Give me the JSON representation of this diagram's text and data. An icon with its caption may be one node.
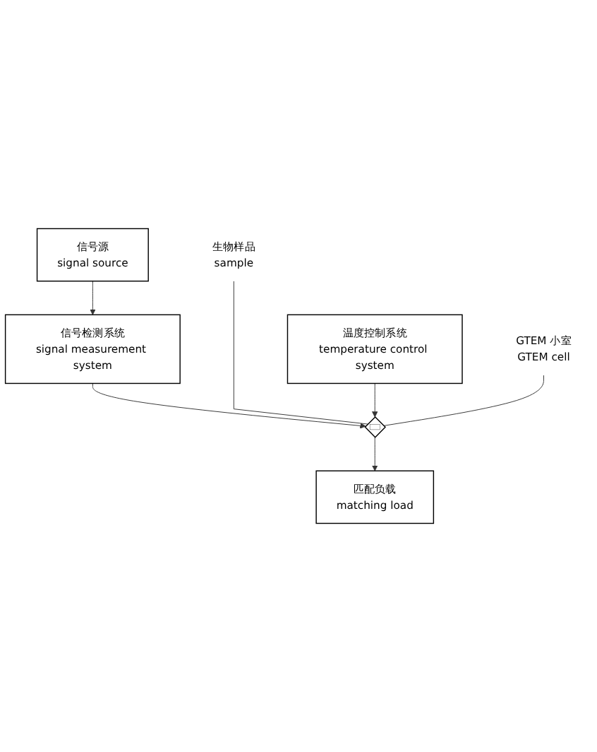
{
  "diagram": {
    "nodes": [
      {
        "text": [
          "信号源",
          "signal source"
        ]
      },
      {
        "text": [
          "信号检测系统",
          "signal measurement system"
        ]
      },
      {
        "text": [
          "生物样品",
          "sample"
        ]
      },
      {
        "text": [],
        "shape": "diamond"
      },
      {
        "text": [],
        "shape": "box",
        "in": 3
      },
      {
        "text": [
          "匹配负载",
          "matching load"
        ]
      },
      {
        "text": [
          "GTEM 小室",
          "GTEM cell"
        ]
      },
      {
        "text": [
          "温度控制系统",
          "temperature control system"
        ]
      }
    ],
    "edges": [
      {
        "from": 0,
        "to": 1,
        "arrow": "to"
      },
      {
        "from": 1,
        "to": 3,
        "arrow": "to"
      },
      {
        "from": 3,
        "to": 5,
        "arrow": "to"
      },
      {
        "from": 7,
        "to": 3,
        "arrow": "to"
      },
      {
        "from": 2,
        "to": 4,
        "arrow": "none"
      },
      {
        "from": 6,
        "to": 3,
        "arrow": "none"
      }
    ]
  }
}
